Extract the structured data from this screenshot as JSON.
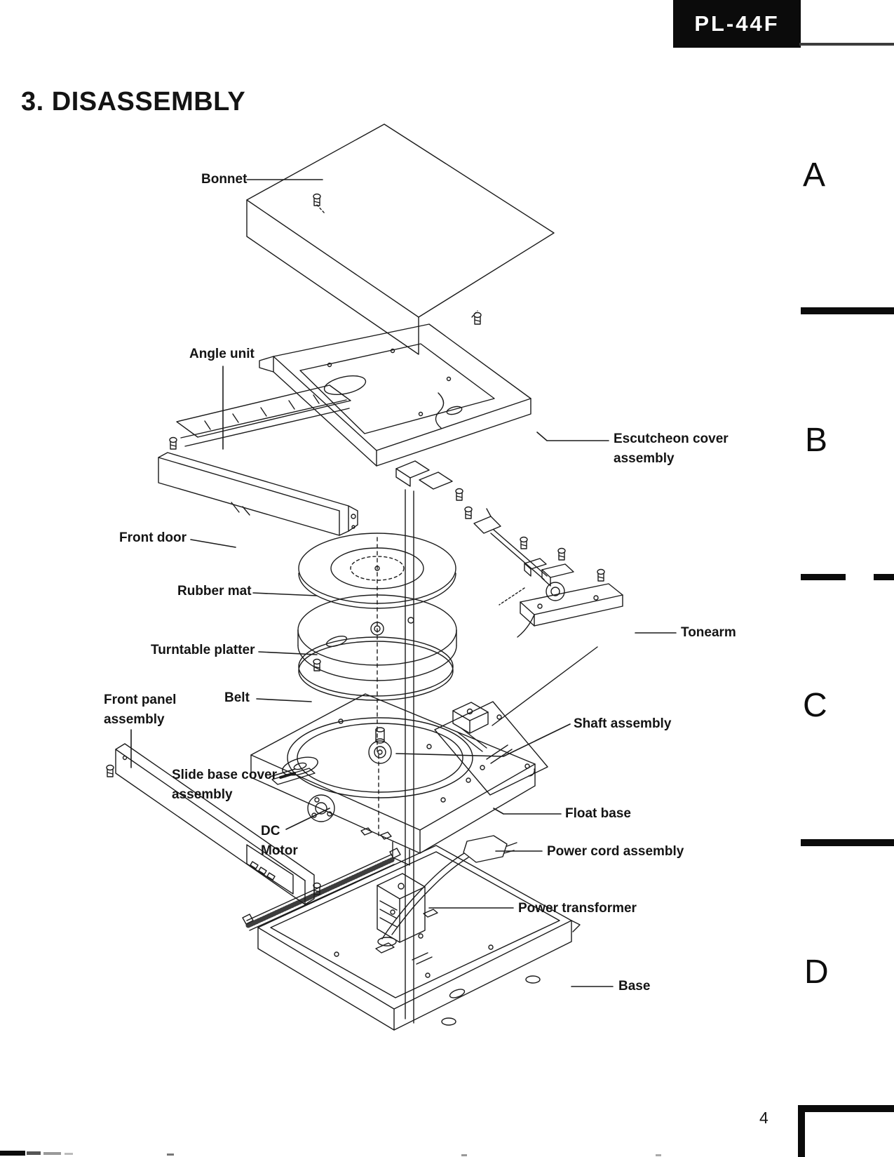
{
  "page": {
    "model_badge": "PL-44F",
    "title": "3. DISASSEMBLY",
    "page_number": "4"
  },
  "section_markers": [
    {
      "label": "A"
    },
    {
      "label": "B"
    },
    {
      "label": "C"
    },
    {
      "label": "D"
    }
  ],
  "parts": [
    {
      "label": "Bonnet"
    },
    {
      "label": "Angle unit"
    },
    {
      "label": "Escutcheon cover assembly"
    },
    {
      "label": "Front door"
    },
    {
      "label": "Rubber mat"
    },
    {
      "label": "Turntable platter"
    },
    {
      "label": "Tonearm"
    },
    {
      "label": "Belt"
    },
    {
      "label": "Front panel assembly"
    },
    {
      "label": "Shaft assembly"
    },
    {
      "label": "Slide base cover assembly"
    },
    {
      "label": "Float base"
    },
    {
      "label": "DC Motor"
    },
    {
      "label": "Power cord assembly"
    },
    {
      "label": "Power transformer"
    },
    {
      "label": "Base"
    }
  ],
  "colors": {
    "ink": "#141414",
    "paper": "#ffffff"
  }
}
